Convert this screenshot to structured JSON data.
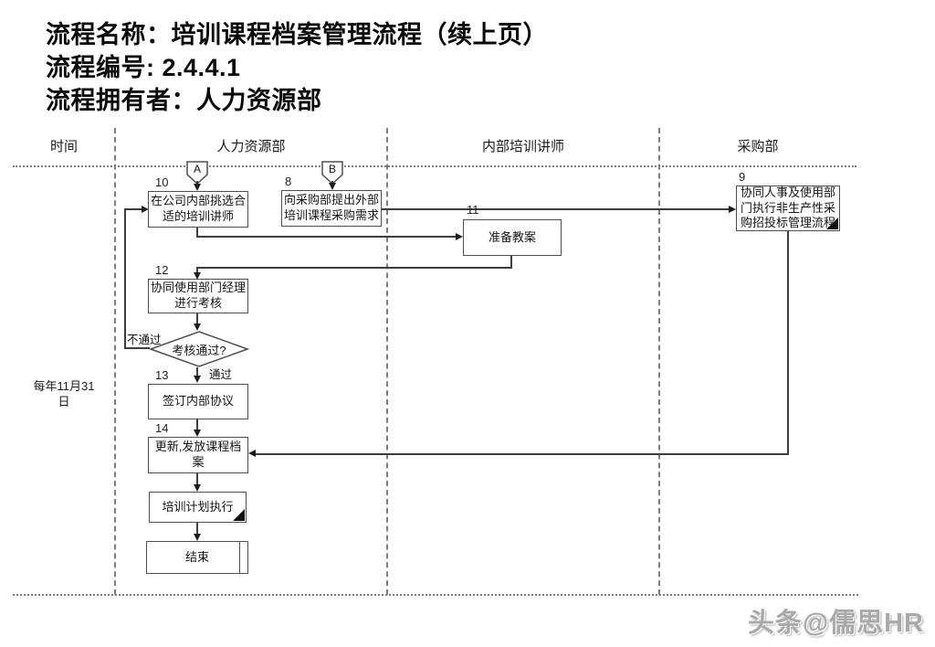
{
  "title": {
    "line1": "流程名称：培训课程档案管理流程（续上页）",
    "line2": "流程编号: 2.4.4.1",
    "line3": "流程拥有者：人力资源部"
  },
  "lanes": [
    {
      "label": "时间"
    },
    {
      "label": "人力资源部"
    },
    {
      "label": "内部培训讲师"
    },
    {
      "label": "采购部"
    }
  ],
  "time_note": "每年11月31日",
  "connectors": {
    "a": "A",
    "b": "B"
  },
  "nodes": {
    "n10": {
      "number": "10",
      "text": "在公司内部挑选合适的培训讲师"
    },
    "n8": {
      "number": "8",
      "text": "向采购部提出外部培训课程采购需求"
    },
    "n11": {
      "number": "11",
      "text": "准备教案"
    },
    "n9": {
      "number": "9",
      "text": "协同人事及使用部门执行非生产性采购招投标管理流程"
    },
    "n12": {
      "number": "12",
      "text": "协同使用部门经理进行考核"
    },
    "decision": {
      "text": "考核通过?"
    },
    "n13": {
      "number": "13",
      "text": "签订内部协议"
    },
    "n14": {
      "number": "14",
      "text": "更新,发放课程档案"
    },
    "exec": {
      "text": "培训计划执行"
    },
    "end": {
      "text": "结束"
    }
  },
  "edge_labels": {
    "fail": "不通过",
    "pass": "通过"
  },
  "footer": {
    "watermark": "头条@儒思HR"
  },
  "colors": {
    "background": "#ffffff",
    "line": "#3d3d3d",
    "box_border": "#4f4f4f",
    "lane_line": "#7e7e7e",
    "text": "#111111",
    "watermark": "#a9a9a9"
  }
}
